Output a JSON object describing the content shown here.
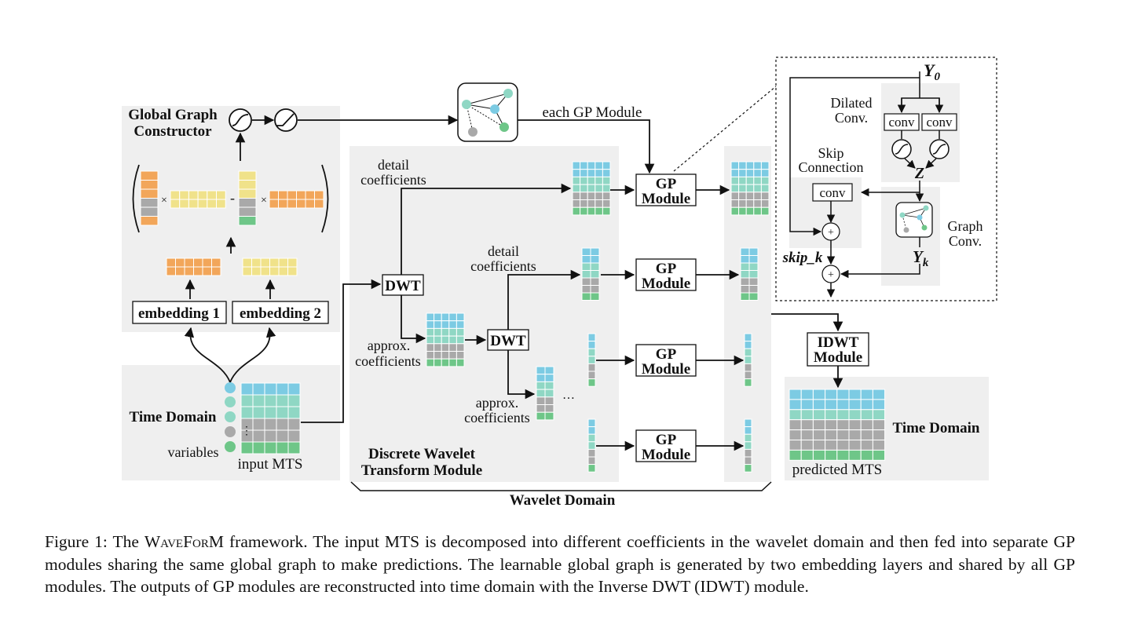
{
  "figure": {
    "global_graph": {
      "title_line1": "Global Graph",
      "title_line2": "Constructor",
      "embedding1": "embedding 1",
      "embedding2": "embedding 2",
      "times_sign": "×",
      "minus_sign": "-"
    },
    "time_domain_in": {
      "label": "Time Domain",
      "variables": "variables",
      "input": "input MTS",
      "vdots": "⋮"
    },
    "dwt_module": {
      "label_line1": "Discrete Wavelet",
      "label_line2": "Transform Module",
      "dwt": "DWT",
      "detail_line1": "detail",
      "detail_line2": "coefficients",
      "approx_line1": "approx.",
      "approx_line2": "coefficients",
      "ellipsis": "…"
    },
    "gp": {
      "each": "each GP Module",
      "line1": "GP",
      "line2": "Module"
    },
    "wavelet_domain": "Wavelet Domain",
    "idwt": {
      "line1": "IDWT",
      "line2": "Module"
    },
    "time_domain_out": {
      "label": "Time Domain",
      "predicted": "predicted MTS"
    },
    "inset": {
      "y0": "Y",
      "y0_sub": "0",
      "dilated_line1": "Dilated",
      "dilated_line2": "Conv.",
      "conv": "conv",
      "skip_line1": "Skip",
      "skip_line2": "Connection",
      "z": "Z",
      "graph_line1": "Graph",
      "graph_line2": "Conv.",
      "skip_k": "skip_k",
      "yk": "Y",
      "yk_sub": "k",
      "plus": "+"
    },
    "colors": {
      "blue": "#7ccbe3",
      "teal": "#8fd7c4",
      "gray": "#a9a9a9",
      "green": "#6ec688",
      "orange": "#f2a65a",
      "yellow": "#f0e28a",
      "panel": "#efefef"
    }
  },
  "caption": {
    "prefix": "Figure 1: The ",
    "name": "WaveForM",
    "text": " framework. The input MTS is decomposed into different coefficients in the wavelet domain and then fed into separate GP modules sharing the same global graph to make predictions. The learnable global graph is generated by two embedding layers and shared by all GP modules. The outputs of GP modules are reconstructed into time domain with the Inverse DWT (IDWT) module."
  }
}
